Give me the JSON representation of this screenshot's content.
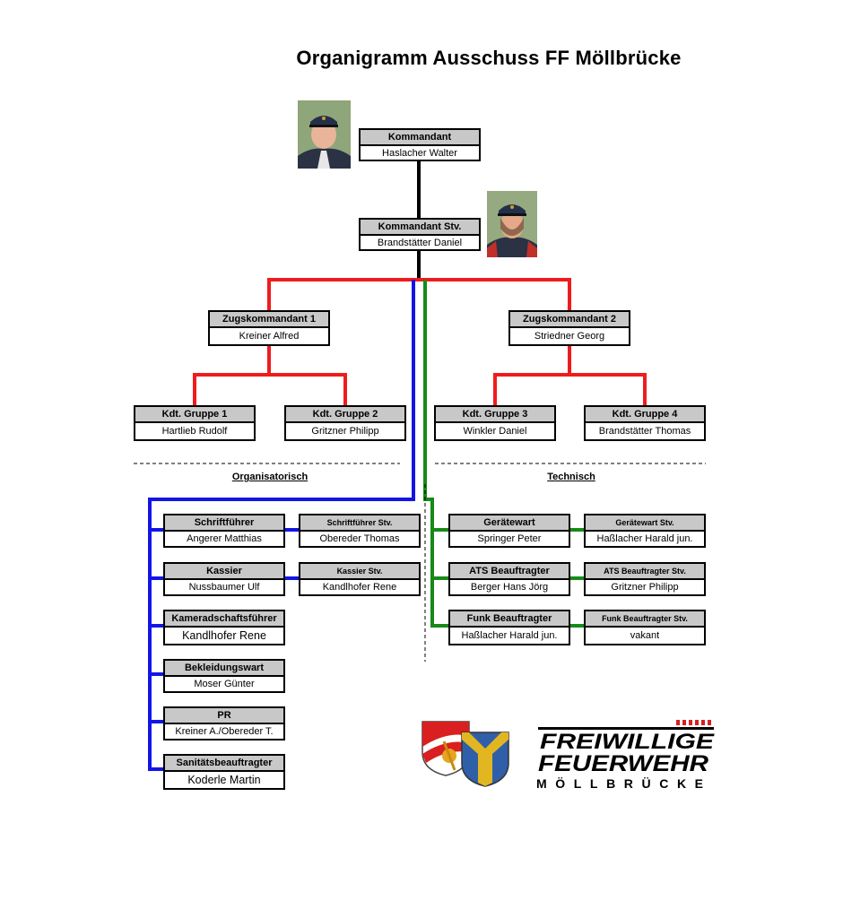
{
  "title": "Organigramm Ausschuss FF Möllbrücke",
  "positions": {
    "kommandant": {
      "role": "Kommandant",
      "name": "Haslacher Walter"
    },
    "kommandant_stv": {
      "role": "Kommandant Stv.",
      "name": "Brandstätter Daniel"
    },
    "zug1": {
      "role": "Zugskommandant 1",
      "name": "Kreiner Alfred"
    },
    "zug2": {
      "role": "Zugskommandant 2",
      "name": "Striedner Georg"
    },
    "gruppe1": {
      "role": "Kdt. Gruppe 1",
      "name": "Hartlieb Rudolf"
    },
    "gruppe2": {
      "role": "Kdt. Gruppe 2",
      "name": "Gritzner Philipp"
    },
    "gruppe3": {
      "role": "Kdt. Gruppe 3",
      "name": "Winkler Daniel"
    },
    "gruppe4": {
      "role": "Kdt. Gruppe 4",
      "name": "Brandstätter Thomas"
    }
  },
  "sections": {
    "left": "Organisatorisch",
    "right": "Technisch"
  },
  "organisatorisch": [
    {
      "role": "Schriftführer",
      "name": "Angerer Matthias",
      "stv": {
        "role": "Schriftführer Stv.",
        "name": "Obereder Thomas"
      }
    },
    {
      "role": "Kassier",
      "name": "Nussbaumer Ulf",
      "stv": {
        "role": "Kassier Stv.",
        "name": "Kandlhofer Rene"
      }
    },
    {
      "role": "Kameradschaftsführer",
      "name": "Kandlhofer Rene"
    },
    {
      "role": "Bekleidungswart",
      "name": "Moser Günter"
    },
    {
      "role": "PR",
      "name": "Kreiner A./Obereder T."
    },
    {
      "role": "Sanitätsbeauftragter",
      "name": "Koderle Martin"
    }
  ],
  "technisch": [
    {
      "role": "Gerätewart",
      "name": "Springer Peter",
      "stv": {
        "role": "Gerätewart Stv.",
        "name": "Haßlacher Harald jun."
      }
    },
    {
      "role": "ATS Beauftragter",
      "name": "Berger Hans Jörg",
      "stv": {
        "role": "ATS Beauftragter Stv.",
        "name": "Gritzner Philipp"
      }
    },
    {
      "role": "Funk Beauftragter",
      "name": "Haßlacher Harald jun.",
      "stv": {
        "role": "Funk Beauftragter Stv.",
        "name": "vakant"
      }
    }
  ],
  "logo": {
    "line1": "FREIWILLIGE",
    "line2": "FEUERWEHR",
    "line3": "MÖLLBRÜCKE"
  },
  "colors": {
    "red": "#ee1c1c",
    "blue": "#1414e6",
    "green": "#178a17",
    "black": "#000000",
    "header_fill": "#c8c8c8"
  }
}
